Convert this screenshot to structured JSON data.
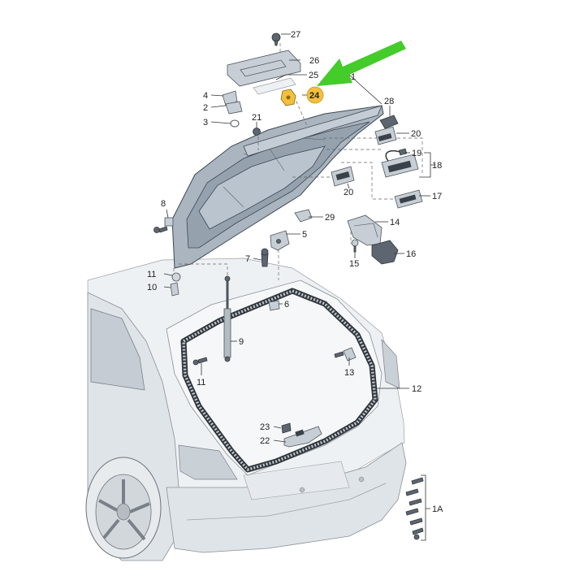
{
  "labels": {
    "l1": "1",
    "l1A": "1A",
    "l2": "2",
    "l3": "3",
    "l4": "4",
    "l5": "5",
    "l6": "6",
    "l7": "7",
    "l8": "8",
    "l9": "9",
    "l10": "10",
    "l11a": "11",
    "l11b": "11",
    "l12": "12",
    "l13": "13",
    "l14": "14",
    "l15": "15",
    "l16": "16",
    "l17": "17",
    "l18": "18",
    "l19": "19",
    "l20a": "20",
    "l20b": "20",
    "l21": "21",
    "l22": "22",
    "l23": "23",
    "l24": "24",
    "l25": "25",
    "l26": "26",
    "l27": "27",
    "l28": "28",
    "l29": "29"
  },
  "highlight": {
    "part": "24",
    "color": "#f4c03c",
    "arrow_color": "#44cc2a"
  }
}
